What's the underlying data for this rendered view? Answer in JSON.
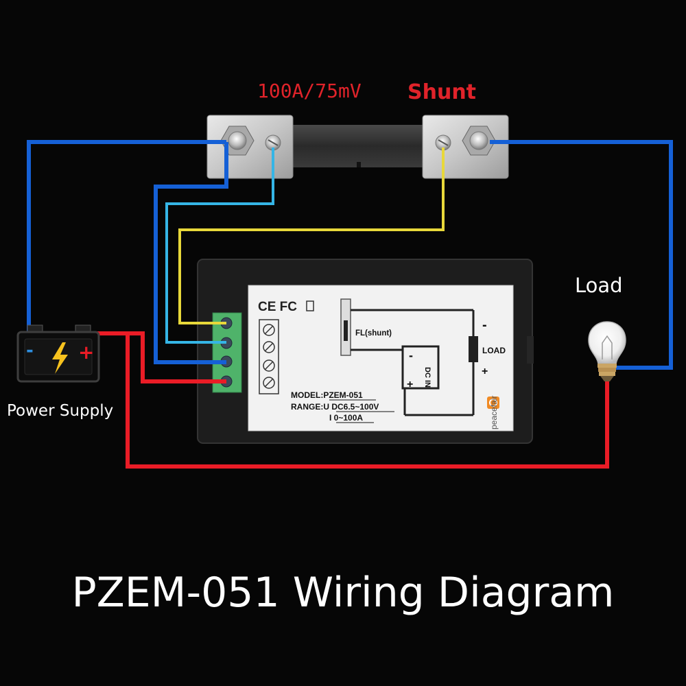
{
  "title": "PZEM-051 Wiring Diagram",
  "shunt": {
    "rating": "100A/75mV",
    "label": "Shunt"
  },
  "load": {
    "label": "Load",
    "icon": "light-bulb-icon"
  },
  "power_supply": {
    "label": "Power Supply",
    "icon": "battery-icon",
    "negative": "-",
    "positive": "+"
  },
  "meter": {
    "certifications": "CE FC",
    "shunt_label": "FL(shunt)",
    "load_label": "LOAD",
    "dc_in_label": "DC IN",
    "minus": "-",
    "plus": "+",
    "model_line": "MODEL:PZEM-051",
    "range_voltage": "RANGE:U DC6.5~100V",
    "range_current": "I 0~100A",
    "brand": "peacefair"
  },
  "colors": {
    "background": "#060606",
    "wire_blue": "#1560d6",
    "wire_light_blue": "#35b5e6",
    "wire_yellow": "#e8d83a",
    "wire_red": "#ea1c26",
    "label_red": "#e0232a",
    "terminal_green": "#4fb36a",
    "meter_body": "#1d1d1d",
    "label_sticker": "#f2f2f2"
  }
}
